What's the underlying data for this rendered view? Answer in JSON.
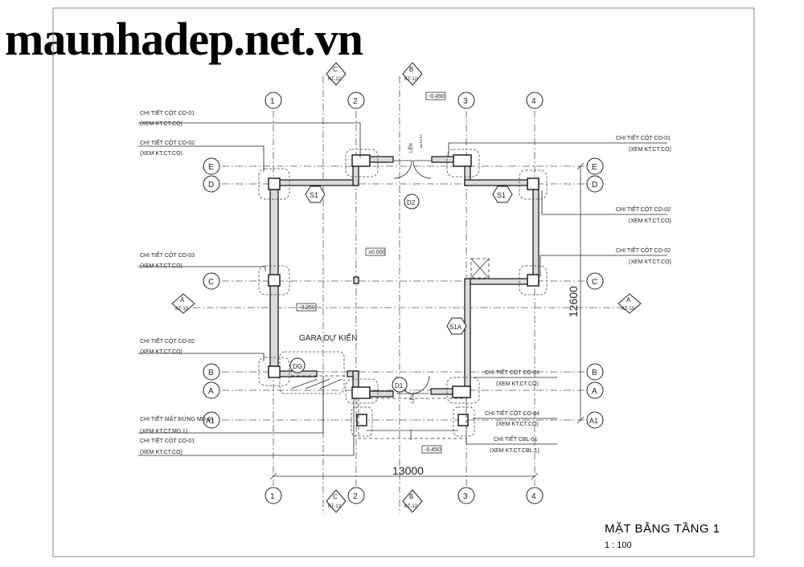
{
  "watermark": "maunhadep.net.vn",
  "title": "MẶT BẰNG TẦNG 1",
  "scale": "1 : 100",
  "axes": {
    "numbers": [
      "1",
      "2",
      "3",
      "4"
    ],
    "letters": [
      "E",
      "D",
      "C",
      "B",
      "A",
      "A1"
    ]
  },
  "dimensions": {
    "width": "13000",
    "height": "12600"
  },
  "levels": {
    "entry": "-0.450",
    "floor": "±0.000",
    "garage": "-0.250",
    "bottom": "-0.450"
  },
  "rooms": {
    "garage": "GARA DỰ KIẾN"
  },
  "tags": {
    "s1": "S1",
    "s1a": "S1A",
    "d1": "D1",
    "d2": "D2",
    "dg": "DG"
  },
  "section_tags": {
    "a": "A",
    "b": "B",
    "c": "C",
    "ref": "KT-10",
    "ref2": "KT-12"
  },
  "notes": {
    "co01": "CHI TIẾT CỘT CO-01",
    "co02": "CHI TIẾT CỘT CO-02",
    "co03": "CHI TIẾT CỘT CO-03",
    "co04": "CHI TIẾT CỘT CO-04",
    "md": "CHI TIẾT MẶT ĐỨNG MD-01",
    "cbl": "CHI TIẾT CBL-01",
    "xem_co": "(XEM KT.CT.CO)",
    "xem_md": "(XEM KT.CT.MD.1)",
    "xem_cbl": "(XEM KT.CT.CBL.1)"
  },
  "stairs": {
    "n1": "1",
    "n2": "2",
    "n3": "3",
    "label": "LÊN"
  }
}
